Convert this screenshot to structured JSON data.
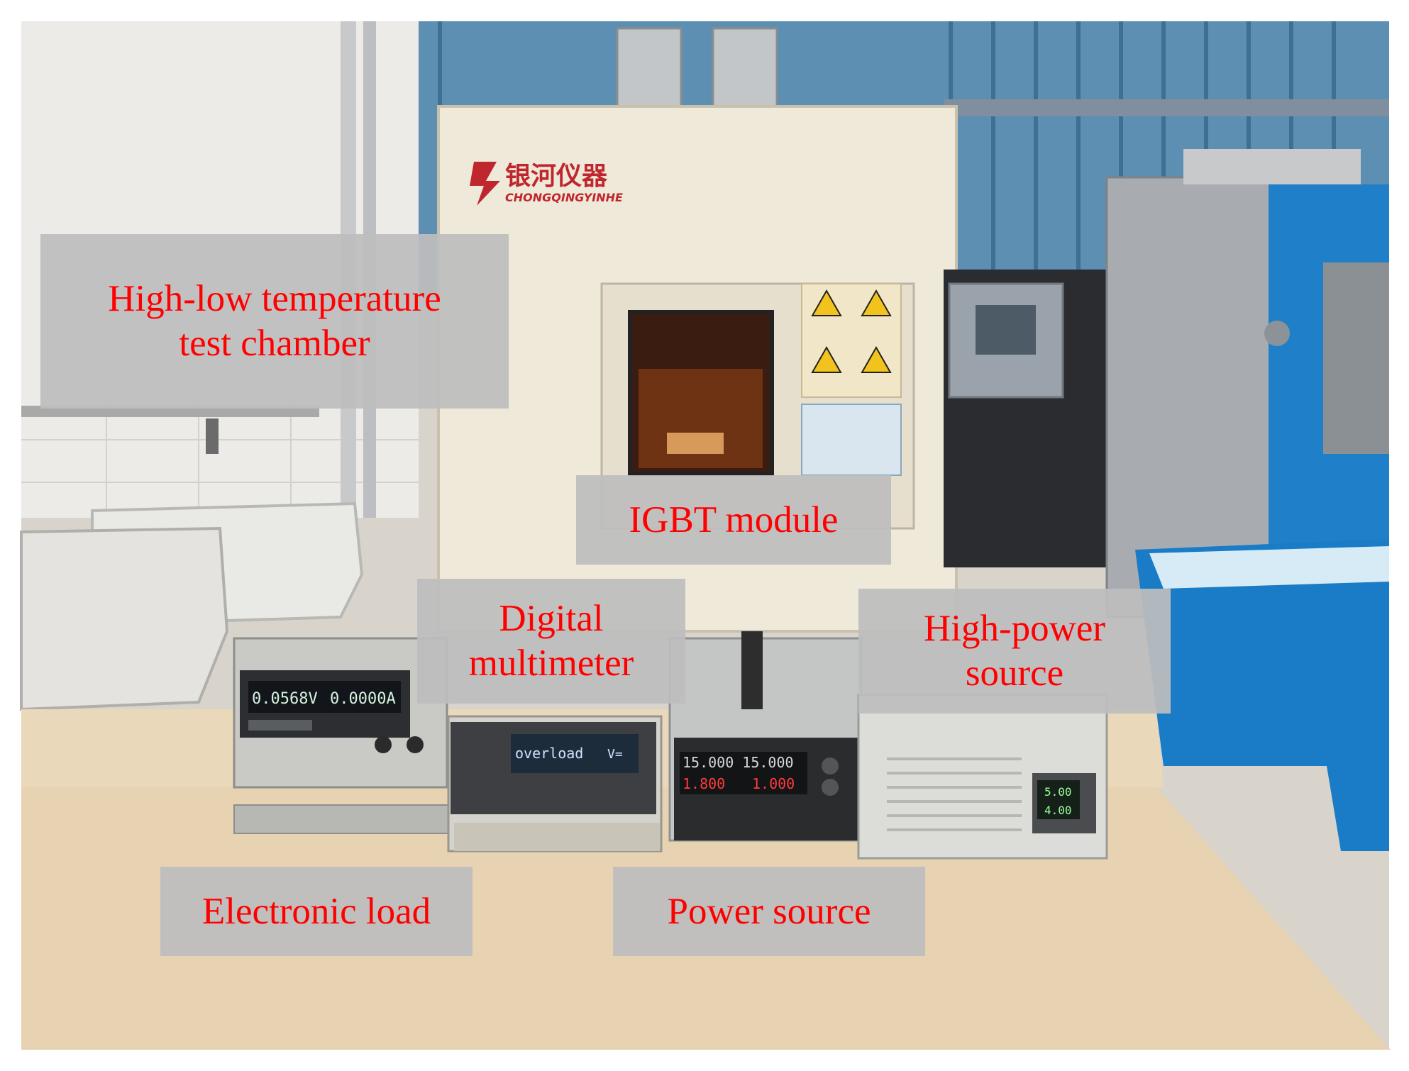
{
  "labels": {
    "chamber_line1": "High-low temperature",
    "chamber_line2": "test chamber",
    "igbt": "IGBT module",
    "multimeter_line1": "Digital",
    "multimeter_line2": "multimeter",
    "high_power_line1": "High-power",
    "high_power_line2": "source",
    "electronic_load": "Electronic load",
    "power_source": "Power source"
  },
  "chamber": {
    "brand_cn": "银河仪器",
    "brand_en": "CHONGQINGYINHE"
  },
  "electronic_load_display": {
    "voltage": "0.0568V",
    "current": "0.0000A"
  },
  "multimeter_display": {
    "text": "overload",
    "unit": "V="
  },
  "power_source_display": {
    "top": "15.000  15.000",
    "bottom_left": "1.800",
    "bottom_right": "1.000"
  },
  "high_power_display": {
    "top": "5.00",
    "bottom": "4.00"
  },
  "colors": {
    "label_text": "#ff0000",
    "label_bg": "#bdbdbd",
    "curtain": "#5d8fb2",
    "table": "#e7d2b2",
    "chamber_body": "#efe9da",
    "blue_cabinet": "#1f7fc8"
  }
}
